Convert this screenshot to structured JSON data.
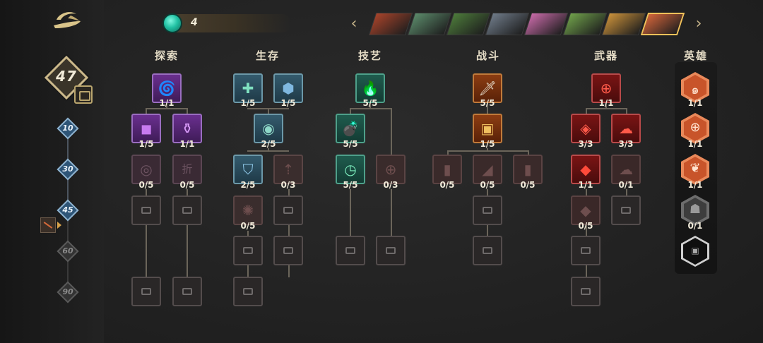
{
  "player": {
    "level": "47"
  },
  "milestones": [
    {
      "label": "10",
      "state": "done"
    },
    {
      "label": "30",
      "state": "done"
    },
    {
      "label": "45",
      "state": "done"
    },
    {
      "label": "60",
      "state": "locked"
    },
    {
      "label": "90",
      "state": "locked"
    }
  ],
  "currency": {
    "amount": "4"
  },
  "nav": {
    "prev": "‹",
    "next": "›"
  },
  "heroes": [
    {
      "color": "#a8432a"
    },
    {
      "color": "#5b8a6a"
    },
    {
      "color": "#4c7a3a"
    },
    {
      "color": "#6e7a88"
    },
    {
      "color": "#c86aa8"
    },
    {
      "color": "#6fa04a"
    },
    {
      "color": "#c9903a"
    },
    {
      "color": "#d2643a"
    }
  ],
  "columns": {
    "explore": "探索",
    "survive": "生存",
    "skill": "技艺",
    "combat": "战斗",
    "weapon": "武器",
    "hero": "英雄"
  },
  "nodes": {
    "e1": {
      "count": "1/1",
      "icon": "🌀"
    },
    "e2": {
      "count": "1/5",
      "icon": "◼"
    },
    "e3": {
      "count": "1/1",
      "icon": "⚱"
    },
    "e4": {
      "count": "0/5",
      "icon": "◎"
    },
    "e5": {
      "count": "0/5",
      "icon": "折"
    },
    "s1": {
      "count": "1/5",
      "icon": "✚"
    },
    "s2": {
      "count": "1/5",
      "icon": "⬢"
    },
    "s3": {
      "count": "2/5",
      "icon": "◉"
    },
    "s4": {
      "count": "2/5",
      "icon": "⛉"
    },
    "s5": {
      "count": "0/3",
      "icon": "⇡"
    },
    "s6": {
      "count": "0/5",
      "icon": "✺"
    },
    "k1": {
      "count": "5/5",
      "icon": "🔥"
    },
    "k2": {
      "count": "5/5",
      "icon": "💣"
    },
    "k3": {
      "count": "5/5",
      "icon": "◷"
    },
    "k4": {
      "count": "0/3",
      "icon": "⊕"
    },
    "c1": {
      "count": "5/5",
      "icon": "🗡"
    },
    "c2": {
      "count": "1/5",
      "icon": "▣"
    },
    "c3": {
      "count": "0/5",
      "icon": "▮"
    },
    "c4": {
      "count": "0/5",
      "icon": "◢"
    },
    "c5": {
      "count": "0/5",
      "icon": "▮"
    },
    "w1": {
      "count": "1/1",
      "icon": "⊕"
    },
    "w2": {
      "count": "3/3",
      "icon": "◈"
    },
    "w3": {
      "count": "3/3",
      "icon": "☁"
    },
    "w4": {
      "count": "1/1",
      "icon": "◆"
    },
    "w5": {
      "count": "0/1",
      "icon": "☁"
    },
    "w6": {
      "count": "0/5",
      "icon": "◆"
    },
    "h1": {
      "count": "1/1",
      "icon": "๑"
    },
    "h2": {
      "count": "1/1",
      "icon": "⊕"
    },
    "h3": {
      "count": "1/1",
      "icon": "❦"
    },
    "h4": {
      "count": "0/1",
      "icon": "☗"
    },
    "h5": {
      "icon": "▣"
    }
  },
  "colors": {
    "accent_gold": "#f0c15a",
    "milestone_blue": "#2e5577",
    "gem_teal": "#22c2a4"
  }
}
